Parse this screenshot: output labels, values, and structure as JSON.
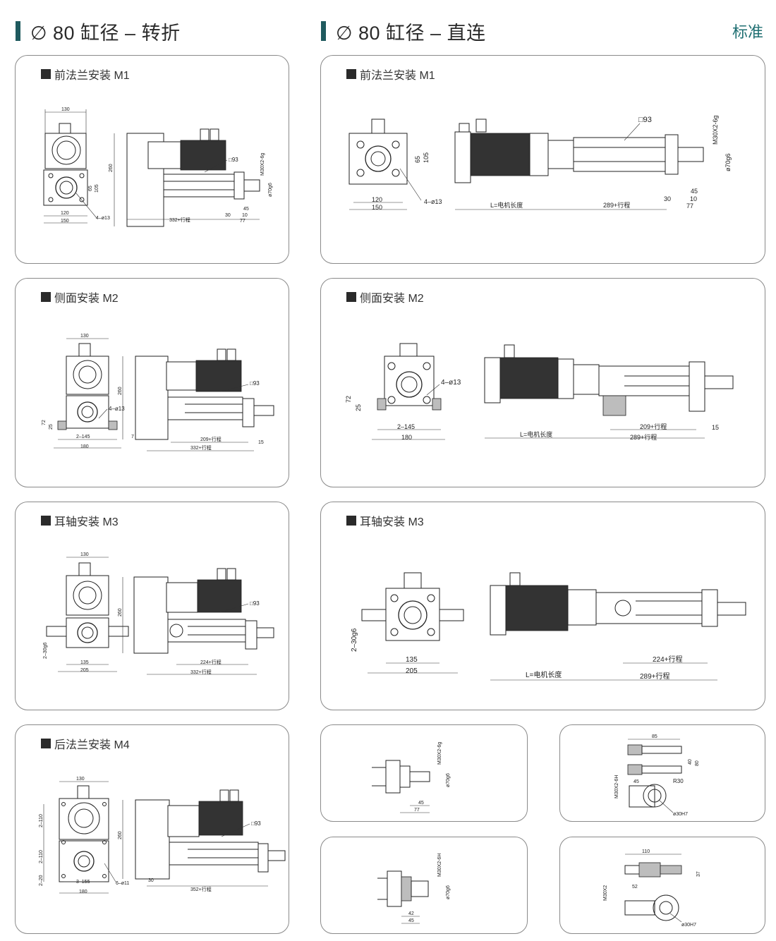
{
  "header": {
    "left_title": "∅ 80 缸径 – 转折",
    "right_title": "∅ 80 缸径 – 直连",
    "standard": "标准",
    "accent_color": "#1f5a5e"
  },
  "panels": {
    "p1": {
      "title": "前法兰安装 M1"
    },
    "p2": {
      "title": "前法兰安装 M1"
    },
    "p3": {
      "title": "侧面安装 M2"
    },
    "p4": {
      "title": "侧面安装 M2"
    },
    "p5": {
      "title": "耳轴安装 M3"
    },
    "p6": {
      "title": "耳轴安装 M3"
    },
    "p7": {
      "title": "后法兰安装 M4"
    }
  },
  "dims": {
    "p1": {
      "w130": "130",
      "h260": "260",
      "sq93": "□93",
      "thread": "M30X2-6g",
      "rod": "ø70g6",
      "d65": "65",
      "d105": "105",
      "hole": "4–ø13",
      "w120": "120",
      "w150": "150",
      "d30": "30",
      "d10": "10",
      "d45": "45",
      "d77": "77",
      "stroke": "332+行程"
    },
    "p2": {
      "sq93": "□93",
      "thread": "M30X2-6g",
      "rod": "ø70g6",
      "d65": "65",
      "d105": "105",
      "hole": "4–ø13",
      "w120": "120",
      "w150": "150",
      "motor": "L=电机长度",
      "stroke": "289+行程",
      "d45": "45",
      "d10": "10",
      "d30": "30",
      "d77": "77"
    },
    "p3": {
      "w130": "130",
      "h260": "260",
      "sq93": "□93",
      "hole": "4–ø13",
      "d72": "72",
      "d25": "25",
      "d7": "7",
      "w145": "2–145",
      "w180": "180",
      "s209": "209+行程",
      "stroke": "332+行程",
      "d15": "15"
    },
    "p4": {
      "hole": "4–ø13",
      "d72": "72",
      "d25": "25",
      "w145": "2–145",
      "w180": "180",
      "motor": "L=电机长度",
      "s209": "209+行程",
      "stroke": "289+行程",
      "d15": "15"
    },
    "p5": {
      "w130": "130",
      "h260": "260",
      "sq93": "□93",
      "pin": "2–30g6",
      "w135": "135",
      "w205": "205",
      "s224": "224+行程",
      "stroke": "332+行程"
    },
    "p6": {
      "pin": "2–30g6",
      "w135": "135",
      "w205": "205",
      "motor": "L=电机长度",
      "s224": "224+行程",
      "stroke": "289+行程"
    },
    "p7": {
      "w130": "130",
      "h260": "260",
      "sq93": "□93",
      "a110": "2–110",
      "b110": "2–110",
      "c20": "2–20",
      "w155": "3–155",
      "hole": "6–ø11",
      "w180": "180",
      "d30": "30",
      "stroke": "352+行程"
    },
    "d1": {
      "thread": "M30X2-6g",
      "rod": "ø70g6",
      "d45": "45",
      "d77": "77"
    },
    "d2": {
      "d85": "85",
      "thread": "M30X2-6H",
      "d45": "45",
      "r30": "R30",
      "d40": "40",
      "d80": "80",
      "bore": "ø30H7"
    },
    "d3": {
      "thread": "M30X2-6H",
      "rod": "ø70g6",
      "d42": "42",
      "d45": "45"
    },
    "d4": {
      "d110": "110",
      "thread": "M30X2",
      "d52": "52",
      "d37": "37",
      "bore": "ø30H7"
    }
  }
}
